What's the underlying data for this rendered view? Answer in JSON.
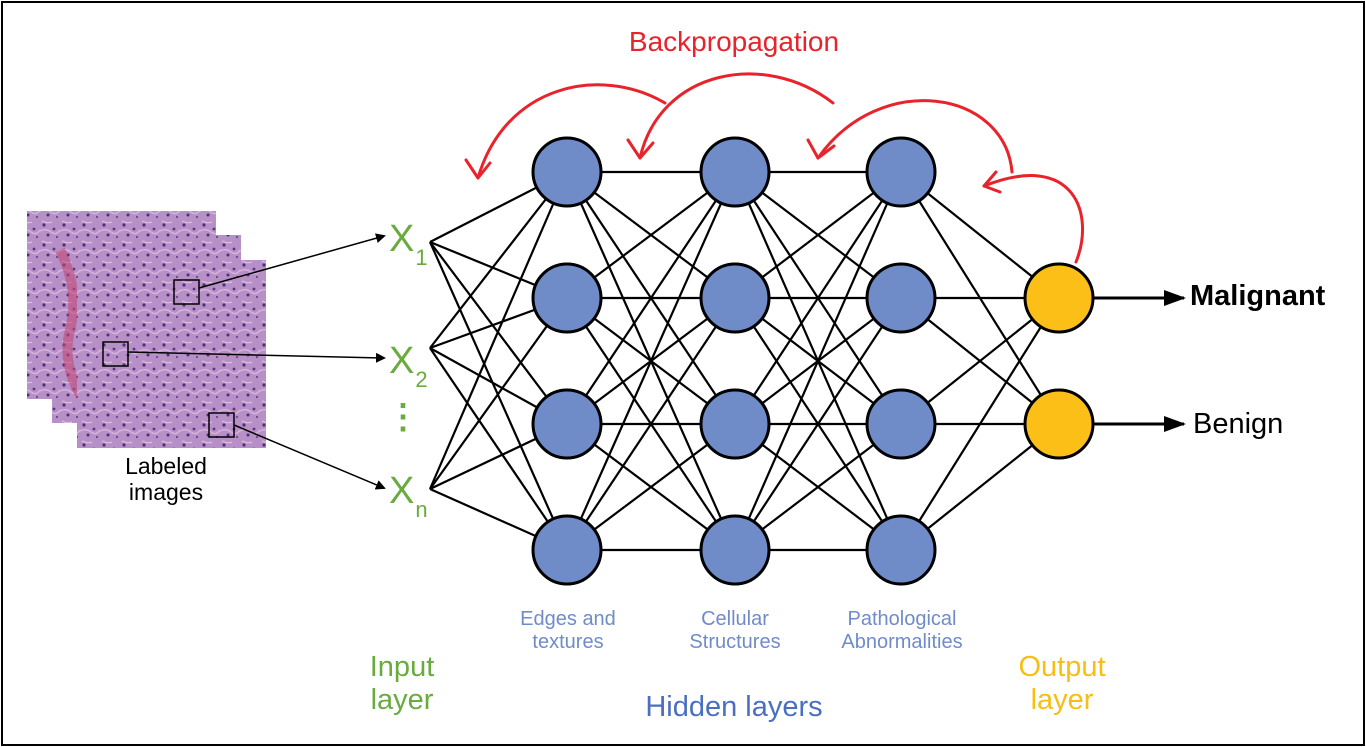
{
  "title": "Backpropagation",
  "input_vars": [
    {
      "base": "X",
      "sub": "1"
    },
    {
      "base": "X",
      "sub": "2"
    },
    {
      "base": "X",
      "sub": "n"
    }
  ],
  "ellipsis": "⋮",
  "images_label_line1": "Labeled",
  "images_label_line2": "images",
  "hidden_descriptions": [
    {
      "line1": "Edges and",
      "line2": "textures"
    },
    {
      "line1": "Cellular",
      "line2": "Structures"
    },
    {
      "line1": "Pathological",
      "line2": "Abnormalities"
    }
  ],
  "input_layer": {
    "line1": "Input",
    "line2": "layer"
  },
  "hidden_layers": "Hidden layers",
  "output_layer": {
    "line1": "Output",
    "line2": "layer"
  },
  "outputs": [
    "Malignant",
    "Benign"
  ],
  "colors": {
    "hidden_node": "#6f8cc9",
    "output_node": "#fbbf17",
    "backprop": "#e8232b",
    "input_text": "#6aab3f",
    "tissue": "#b98ac4"
  }
}
